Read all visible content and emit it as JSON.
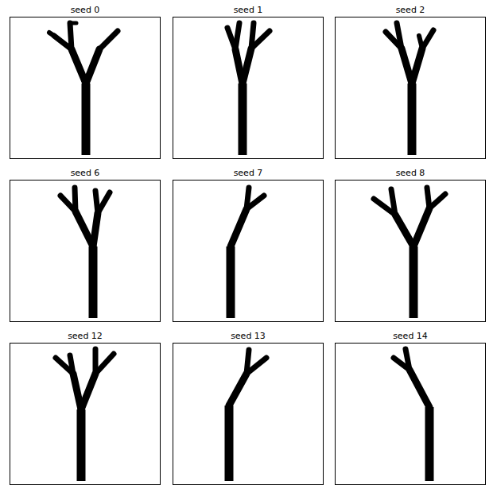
{
  "diagram": {
    "labels": [
      "seed 0",
      "seed 1",
      "seed 2",
      "seed 6",
      "seed 7",
      "seed 8",
      "seed 12",
      "seed 13",
      "seed 14"
    ]
  }
}
